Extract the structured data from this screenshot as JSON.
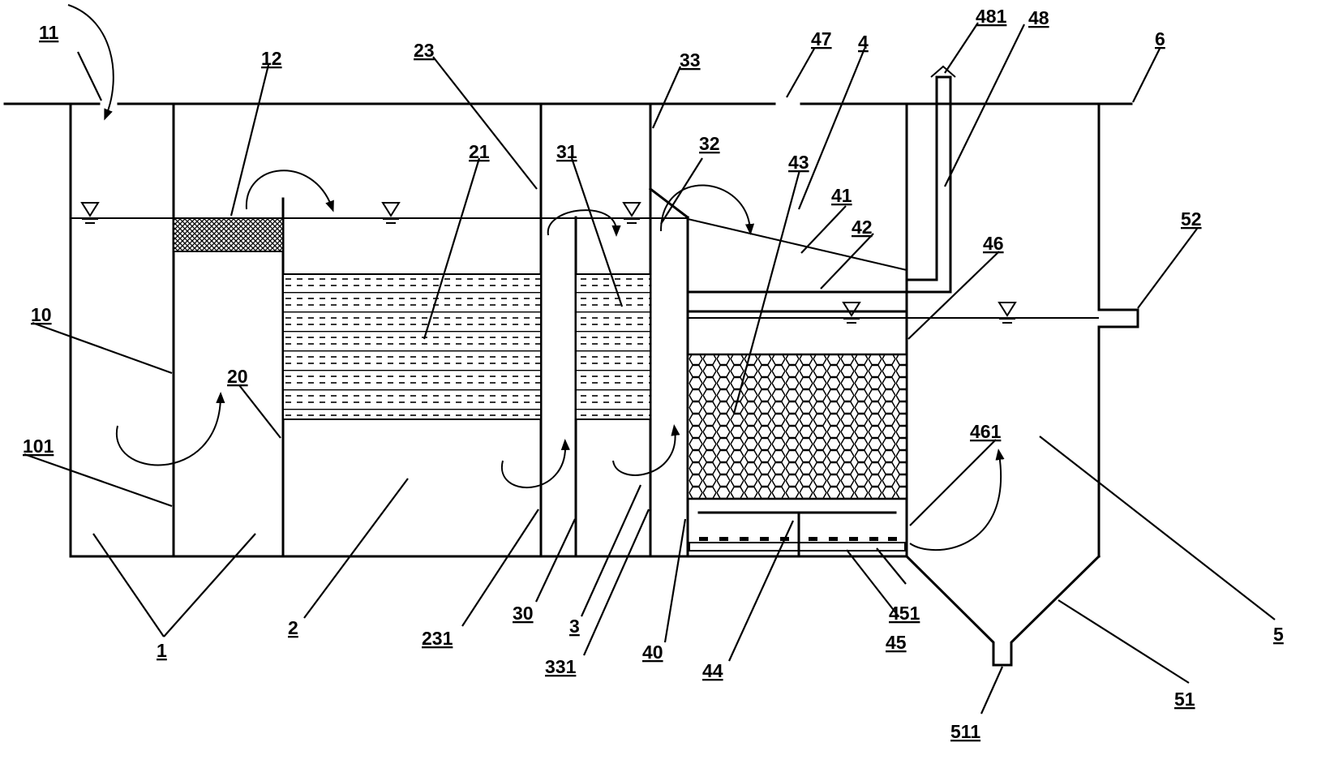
{
  "labels": {
    "l11": "11",
    "l12": "12",
    "l23": "23",
    "l33": "33",
    "l47": "47",
    "l4": "4",
    "l481": "481",
    "l48": "48",
    "l6": "6",
    "l21": "21",
    "l31": "31",
    "l32": "32",
    "l43": "43",
    "l41": "41",
    "l42": "42",
    "l52": "52",
    "l46": "46",
    "l10": "10",
    "l20": "20",
    "l101": "101",
    "l461": "461",
    "l1": "1",
    "l2": "2",
    "l231": "231",
    "l30": "30",
    "l3": "3",
    "l331": "331",
    "l40": "40",
    "l44": "44",
    "l451": "451",
    "l45": "45",
    "l5": "5",
    "l51": "51",
    "l511": "511"
  }
}
